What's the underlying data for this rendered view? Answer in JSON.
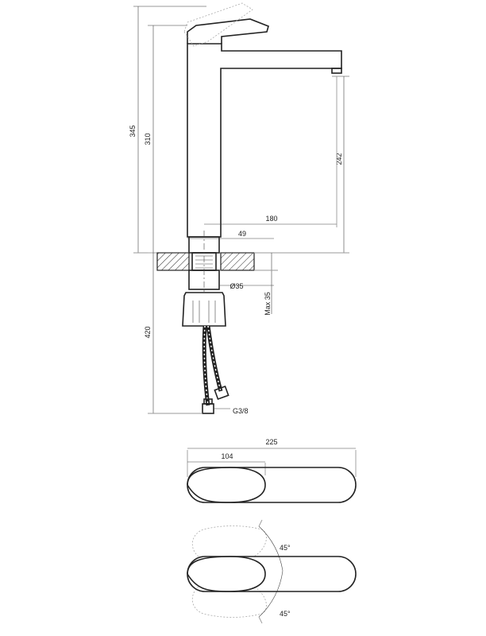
{
  "dimensions": {
    "total_height": "345",
    "body_height": "310",
    "spout_height": "242",
    "spout_reach": "180",
    "body_width": "49",
    "hole_diameter": "Ø35",
    "max_thickness": "Max 35",
    "hose_length": "420",
    "connection": "G3/8",
    "handle_length": "225",
    "lever_length": "104",
    "angle_upper": "45°",
    "angle_lower": "45°"
  }
}
